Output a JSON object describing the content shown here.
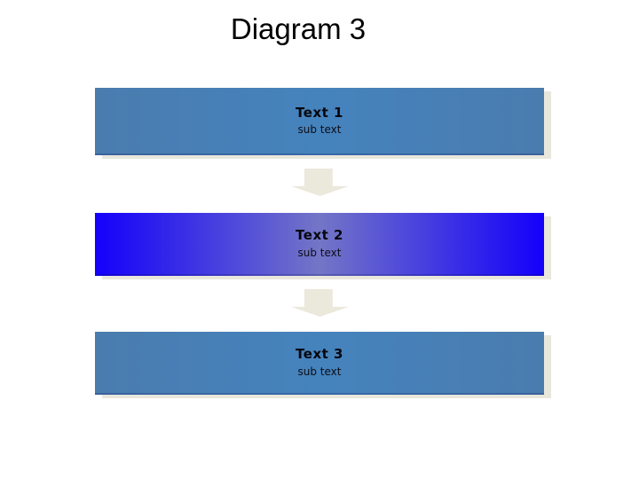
{
  "slide": {
    "title": "Diagram 3",
    "background_color": "#ffffff"
  },
  "diagram": {
    "steps": [
      {
        "label": "Text 1",
        "sub": "sub text",
        "variant": "steel",
        "fill_edge": "#4a7cae",
        "fill_center": "#4583bd"
      },
      {
        "label": "Text 2",
        "sub": "sub text",
        "variant": "bright",
        "fill_edge": "#1400fb",
        "fill_center": "#7376c6"
      },
      {
        "label": "Text 3",
        "sub": "sub text",
        "variant": "steel",
        "fill_edge": "#4a7cae",
        "fill_center": "#4583bd"
      }
    ],
    "connector_icon": "down-arrow",
    "connector_color": "#ebe8dc",
    "shadow_color": "#e9e7dc",
    "text_color": "#06060e"
  }
}
